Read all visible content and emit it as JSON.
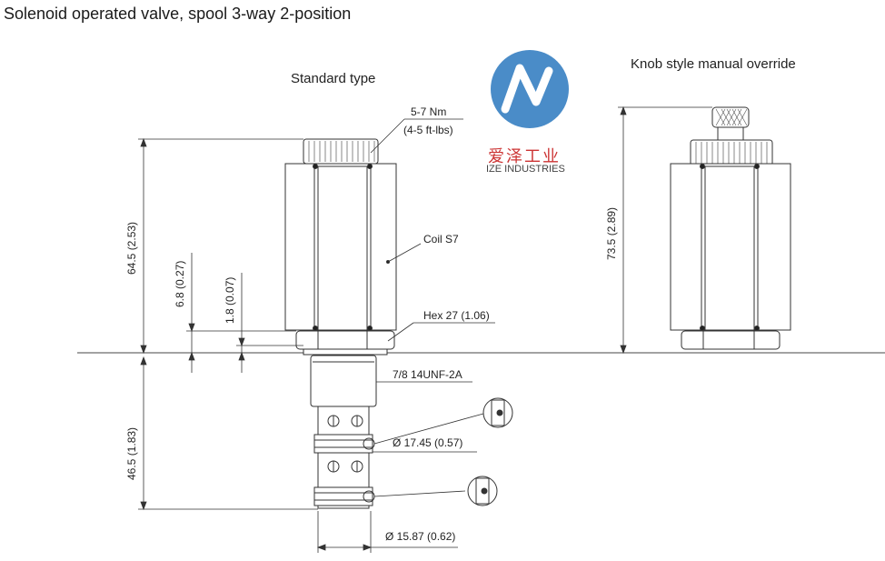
{
  "title": "Solenoid operated valve, spool 3-way 2-position",
  "views": {
    "standard": "Standard type",
    "knob": "Knob style manual override"
  },
  "labels": {
    "torque_line1": "5-7 Nm",
    "torque_line2": "(4-5 ft-lbs)",
    "coil": "Coil S7",
    "hex": "Hex 27 (1.06)",
    "thread": "7/8 14UNF-2A",
    "dia_17": "Ø 17.45 (0.57)",
    "dia_15": "Ø 15.87 (0.62)"
  },
  "dimensions": {
    "d64": "64.5 (2.53)",
    "d46": "46.5 (1.83)",
    "d68": "6.8 (0.27)",
    "d18": "1.8 (0.07)",
    "d73": "73.5 (2.89)"
  },
  "brand": {
    "cn": "爱泽工业",
    "en": "IZE INDUSTRIES",
    "logo_color": "#4a8cc8"
  }
}
